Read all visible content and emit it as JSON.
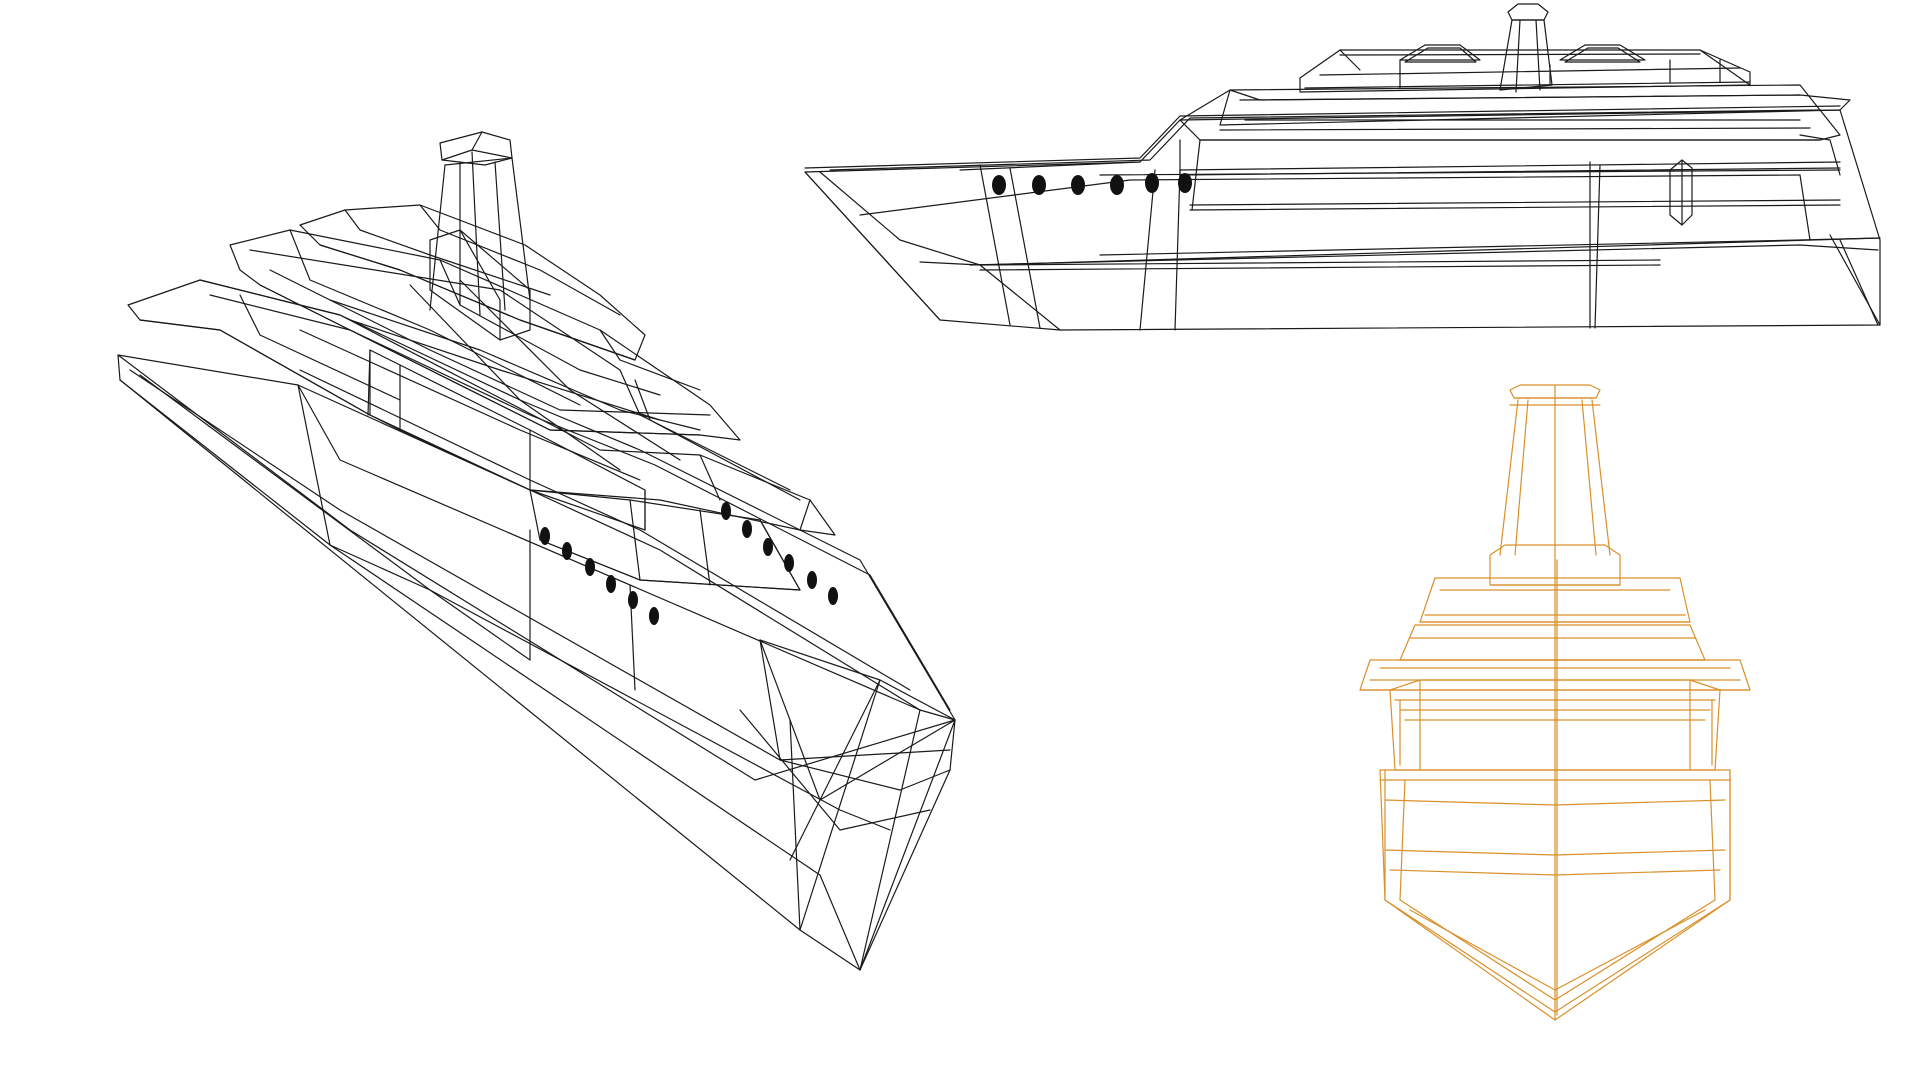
{
  "drawing": {
    "views": [
      {
        "id": "perspective",
        "icon": "ship-wireframe-perspective",
        "stroke": "#1a1a1a",
        "porthole_fill": "#111111"
      },
      {
        "id": "side",
        "icon": "ship-wireframe-side",
        "stroke": "#1a1a1a",
        "porthole_fill": "#111111"
      },
      {
        "id": "front",
        "icon": "ship-wireframe-front",
        "stroke": "#d9902a"
      }
    ]
  }
}
